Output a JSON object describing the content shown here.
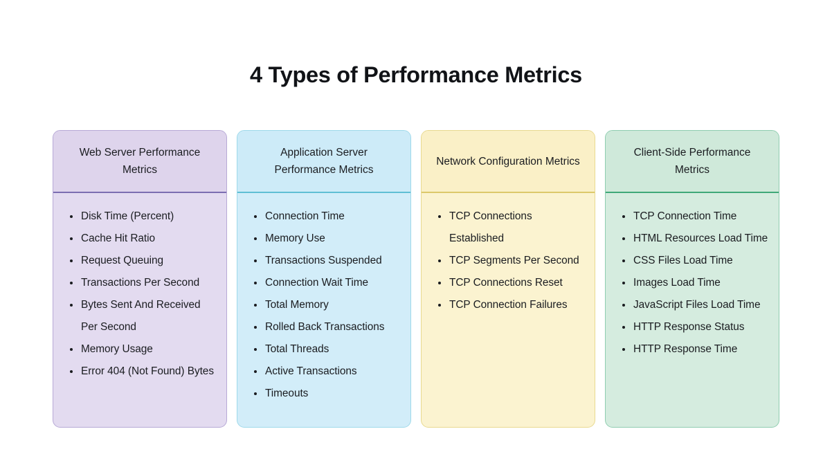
{
  "page": {
    "title": "4 Types of Performance Metrics",
    "background_color": "#ffffff",
    "text_color": "#1a1c20"
  },
  "cards": [
    {
      "id": "web-server-performance-metrics",
      "title": "Web Server Performance Metrics",
      "colors": {
        "body": "#e3dbf0",
        "header": "#ded4ec",
        "divider": "#7b6eb1",
        "border": "#b7a9d6"
      },
      "items": [
        "Disk Time (Percent)",
        "Cache Hit Ratio",
        "Request Queuing",
        "Transactions Per Second",
        "Bytes Sent And Received Per Second",
        "Memory Usage",
        "Error 404 (Not Found) Bytes"
      ]
    },
    {
      "id": "application-server-performance-metrics",
      "title": "Application Server Performance Metrics",
      "colors": {
        "body": "#d2edf9",
        "header": "#cdebf8",
        "divider": "#5fbfd4",
        "border": "#9ed9ea"
      },
      "items": [
        "Connection Time",
        "Memory Use",
        "Transactions Suspended",
        "Connection Wait Time",
        "Total Memory",
        "Rolled Back Transactions",
        "Total Threads",
        "Active Transactions",
        "Timeouts"
      ]
    },
    {
      "id": "network-configuration-metrics",
      "title": "Network Configuration Metrics",
      "colors": {
        "body": "#fbf3d0",
        "header": "#faf0c7",
        "divider": "#dcc86a",
        "border": "#e8d98f"
      },
      "items": [
        "TCP Connections Established",
        "TCP Segments Per Second",
        "TCP Connections Reset",
        "TCP Connection Failures"
      ]
    },
    {
      "id": "client-side-performance-metrics",
      "title": "Client-Side Performance Metrics",
      "colors": {
        "body": "#d5ecdf",
        "header": "#cfe9da",
        "divider": "#3fa878",
        "border": "#8fcdb0"
      },
      "items": [
        "TCP Connection Time",
        "HTML Resources Load Time",
        "CSS Files Load Time",
        "Images Load Time",
        "JavaScript Files Load Time",
        "HTTP Response Status",
        "HTTP Response Time"
      ]
    }
  ]
}
